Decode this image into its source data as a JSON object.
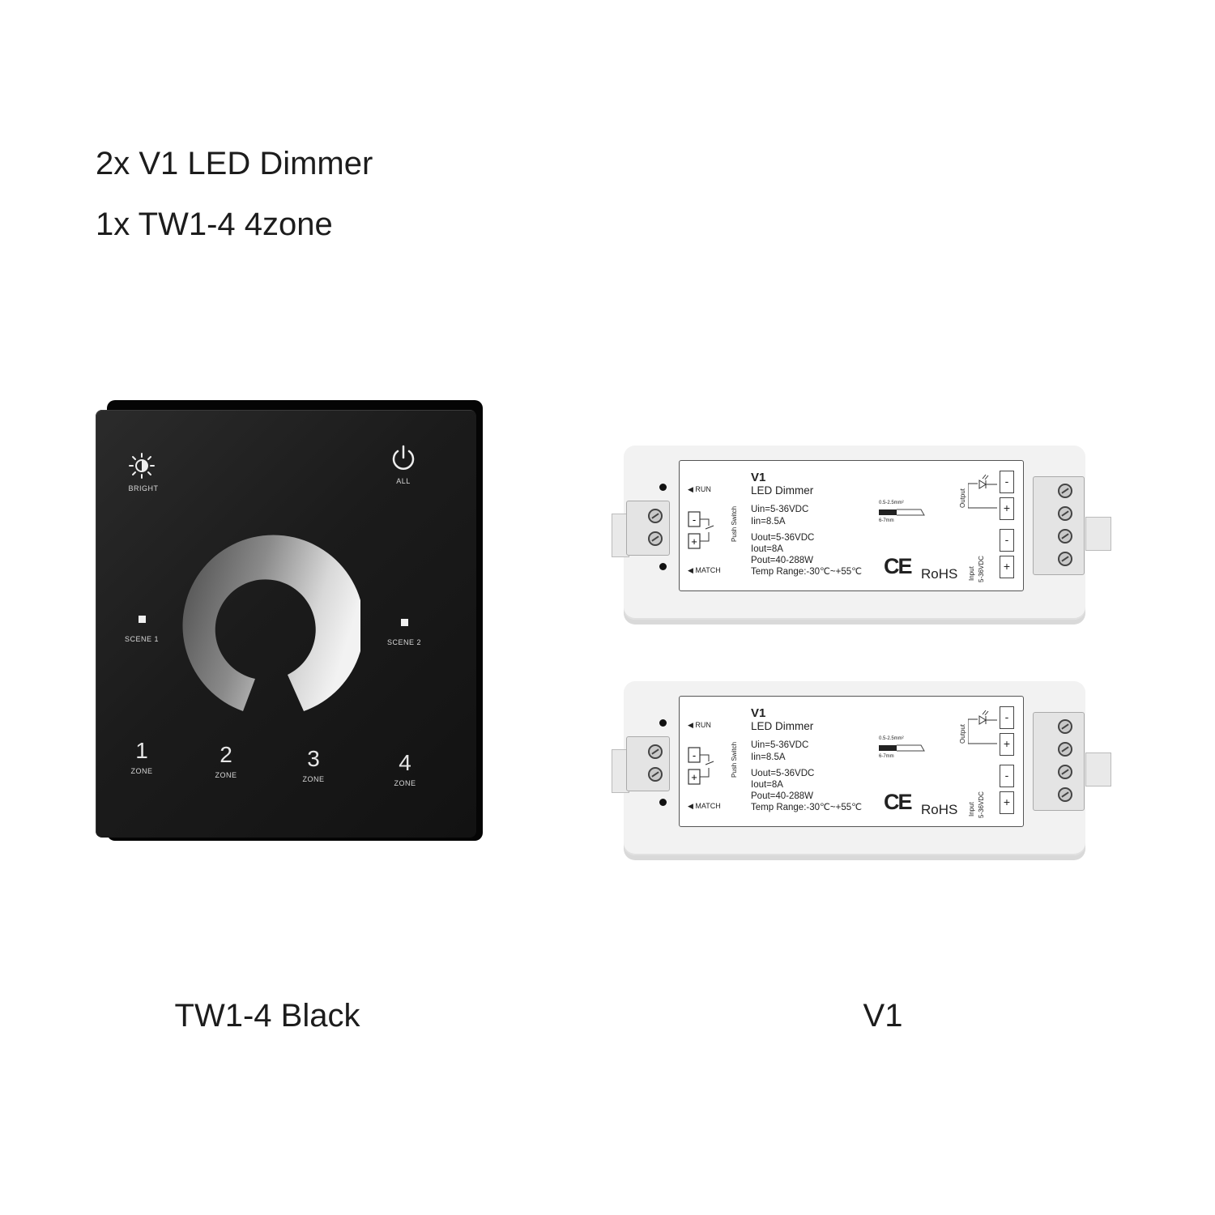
{
  "headings": {
    "line1": "2x V1 LED Dimmer",
    "line2": "1x TW1-4 4zone"
  },
  "panel": {
    "bright_label": "BRIGHT",
    "all_label": "ALL",
    "scene1_label": "SCENE 1",
    "scene2_label": "SCENE 2",
    "zones": [
      {
        "number": "1",
        "label": "ZONE"
      },
      {
        "number": "2",
        "label": "ZONE"
      },
      {
        "number": "3",
        "label": "ZONE"
      },
      {
        "number": "4",
        "label": "ZONE"
      }
    ],
    "caption": "TW1-4 Black",
    "icons": [
      "sun-icon",
      "power-icon"
    ]
  },
  "dimmer": {
    "model": "V1",
    "name": "LED Dimmer",
    "uin": "Uin=5-36VDC",
    "iin": "Iin=8.5A",
    "uout": "Uout=5-36VDC",
    "iout": "Iout=8A",
    "pout": "Pout=40-288W",
    "temp": "Temp Range:-30℃~+55℃",
    "run": "RUN",
    "match": "MATCH",
    "push_switch": "Push Switch",
    "wire_gauge": "0.5-2.5mm²",
    "strip_len": "6-7mm",
    "output": "Output",
    "input": "Input",
    "input_v": "5-36VDC",
    "ce": "CE",
    "rohs": "RoHS",
    "minus": "-",
    "plus": "+",
    "caption": "V1",
    "icons": [
      "led-icon",
      "switch-icon",
      "wire-icon"
    ]
  }
}
